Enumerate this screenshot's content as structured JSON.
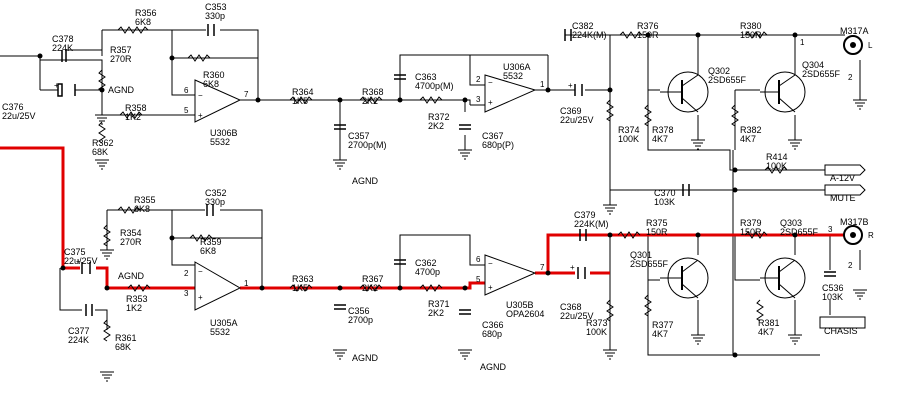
{
  "labels": {
    "C378": [
      "C378",
      "224K"
    ],
    "R356": [
      "R356",
      "6K8"
    ],
    "C353": [
      "C353",
      "330p"
    ],
    "R357": [
      "R357",
      "270R"
    ],
    "AGND1": [
      "AGND"
    ],
    "R360": [
      "R360",
      "6K8"
    ],
    "C376": [
      "C376",
      "22u/25V"
    ],
    "R358": [
      "R358",
      "1K2"
    ],
    "R362": [
      "R362",
      "68K"
    ],
    "U306B": [
      "U306B",
      "5532"
    ],
    "R364": [
      "R364",
      "1K5"
    ],
    "R368": [
      "R368",
      "2K2"
    ],
    "C363": [
      "C363",
      "4700p(M)"
    ],
    "C357": [
      "C357",
      "2700p(M)"
    ],
    "AGND2": [
      "AGND"
    ],
    "R372": [
      "R372",
      "2K2"
    ],
    "C367": [
      "C367",
      "680p(P)"
    ],
    "U306A": [
      "U306A",
      "5532"
    ],
    "C382": [
      "C382",
      "224K(M)"
    ],
    "C369": [
      "C369",
      "22u/25V"
    ],
    "R376": [
      "R376",
      "150R"
    ],
    "R374": [
      "R374",
      "100K"
    ],
    "R378": [
      "R378",
      "4K7"
    ],
    "Q302": [
      "Q302",
      "2SD655F"
    ],
    "R380": [
      "R380",
      "150R"
    ],
    "R382": [
      "R382",
      "4K7"
    ],
    "Q304": [
      "Q304",
      "2SD655F"
    ],
    "M317A": [
      "M317A"
    ],
    "R414": [
      "R414",
      "100K"
    ],
    "A12V": [
      "A-12V"
    ],
    "C370": [
      "C370",
      "103K"
    ],
    "MUTE": [
      "MUTE"
    ],
    "R355": [
      "R355",
      "6K8"
    ],
    "C352": [
      "C352",
      "330p"
    ],
    "R354": [
      "R354",
      "270R"
    ],
    "R359": [
      "R359",
      "6K8"
    ],
    "C375": [
      "C375",
      "22u/25V"
    ],
    "AGND3": [
      "AGND"
    ],
    "R353": [
      "R353",
      "1K2"
    ],
    "C377": [
      "C377",
      "224K"
    ],
    "R361": [
      "R361",
      "68K"
    ],
    "U305A": [
      "U305A",
      "5532"
    ],
    "R363": [
      "R363",
      "1K5"
    ],
    "R367": [
      "R367",
      "2K2"
    ],
    "C362": [
      "C362",
      "4700p"
    ],
    "C356": [
      "C356",
      "2700p"
    ],
    "AGND4": [
      "AGND"
    ],
    "R371": [
      "R371",
      "2K2"
    ],
    "C366": [
      "C366",
      "680p"
    ],
    "AGND5": [
      "AGND"
    ],
    "U305B": [
      "U305B",
      "OPA2604"
    ],
    "C379": [
      "C379",
      "224K(M)"
    ],
    "C368": [
      "C368",
      "22u/25V"
    ],
    "R375": [
      "R375",
      "150R"
    ],
    "R373": [
      "R373",
      "100K"
    ],
    "Q301": [
      "Q301",
      "2SD655F"
    ],
    "R377": [
      "R377",
      "4K7"
    ],
    "R379": [
      "R379",
      "150R"
    ],
    "Q303": [
      "Q303",
      "2SD655F"
    ],
    "M317B": [
      "M317B"
    ],
    "C536": [
      "C536",
      "103K"
    ],
    "CHASIS": [
      "CHASIS"
    ],
    "R381": [
      "R381",
      "4K7"
    ]
  },
  "pins": {
    "p6a": "6",
    "p5a": "5",
    "p7a": "7",
    "p2a": "2",
    "p3a": "3",
    "p1a": "1",
    "p2b": "2",
    "p3b": "3",
    "p1b": "1",
    "p6b": "6",
    "p5b": "5",
    "p7b": "7",
    "p1c": "1",
    "p2c": "2",
    "p3c": "3",
    "p2d": "2",
    "pL": "L",
    "pR": "R",
    "mA": "−",
    "pA": "+",
    "mB": "−",
    "pB": "+",
    "mC": "−",
    "pC": "+",
    "mD": "−",
    "pD": "+",
    "cp1": "+",
    "cp2": "+",
    "cp3": "+",
    "cp4": "+"
  }
}
